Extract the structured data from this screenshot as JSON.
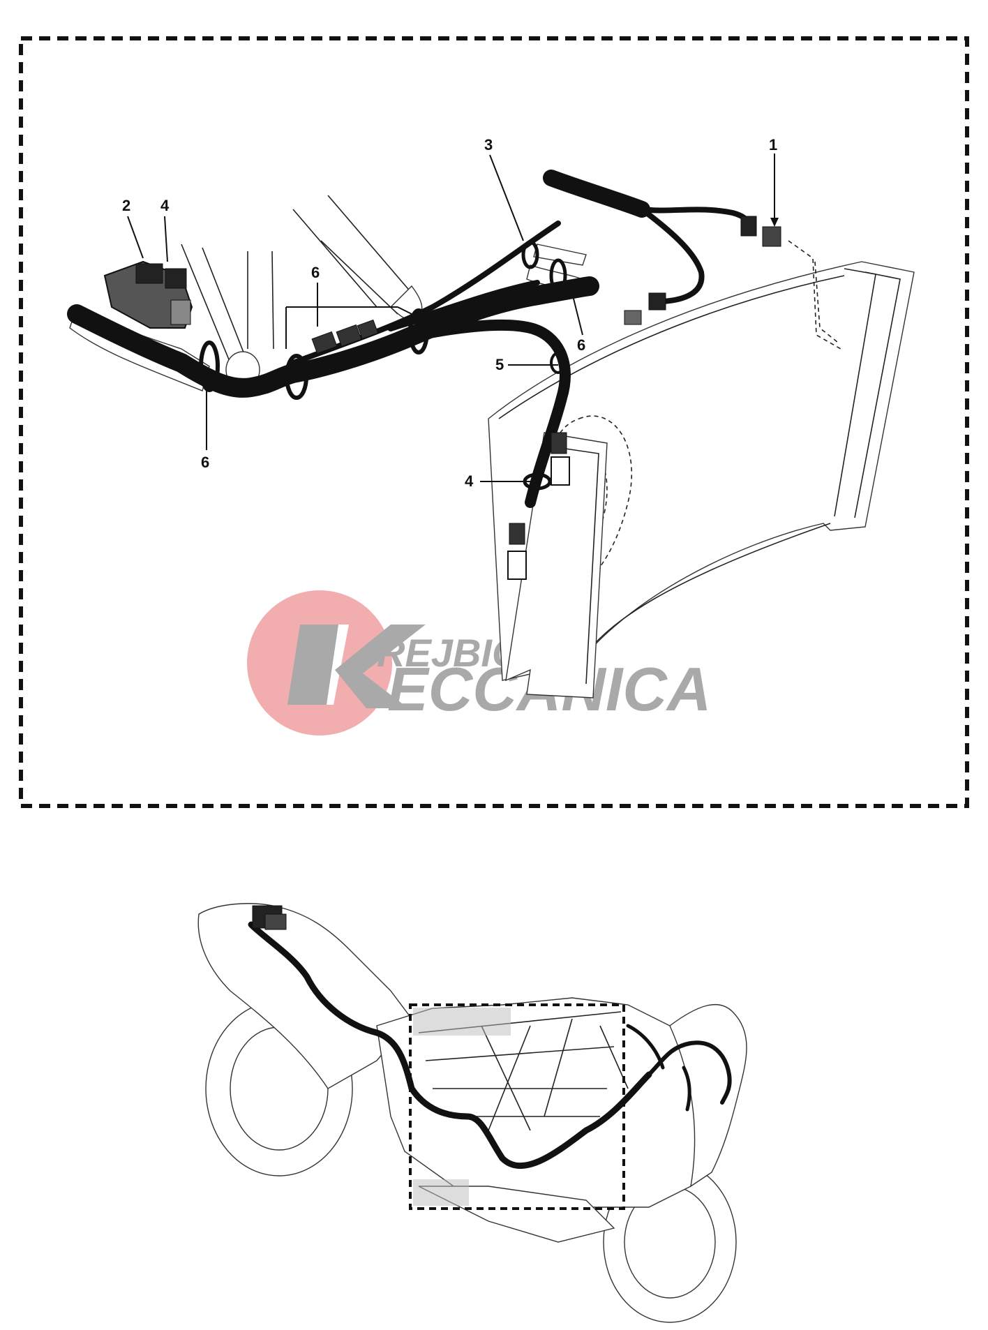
{
  "callouts": {
    "c1": "1",
    "c2": "2",
    "c3": "3",
    "c4_top": "4",
    "c4_mid": "4",
    "c5": "5",
    "c6_top": "6",
    "c6_right": "6",
    "c6_left": "6"
  },
  "watermark": {
    "line1": "REJBICH",
    "line2": "ECCANICA",
    "circle_color": "#f0a0a0",
    "text_color": "#a9a9a9"
  },
  "colors": {
    "frame_border": "#111111",
    "harness": "#111111",
    "background": "#ffffff"
  }
}
